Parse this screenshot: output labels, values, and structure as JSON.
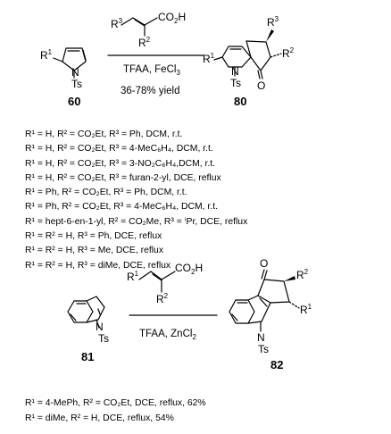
{
  "scheme1": {
    "reactant_label": "60",
    "product_label": "80",
    "acid_group": "CO",
    "acid_group_sub": "2",
    "acid_group_end": "H",
    "reagents": "TFAA, FeCl",
    "reagents_sub": "3",
    "yield": "36-78% yield",
    "r1": "R",
    "r1_sup": "1",
    "r2": "R",
    "r2_sup": "2",
    "r3": "R",
    "r3_sup": "3",
    "ts": "Ts",
    "n": "N",
    "o": "O",
    "conditions": [
      "R¹ = H, R² = CO₂Et, R³ = Ph, DCM, r.t.",
      "R¹ = H, R² = CO₂Et, R³ = 4-MeC₆H₄, DCM, r.t.",
      "R¹ = H, R² = CO₂Et, R³ = 3-NO₂C₆H₄,DCM, r.t.",
      "R¹ = H, R² = CO₂Et, R³ = furan-2-yl, DCE, reflux",
      "R¹ = Ph, R² = CO₂Et, R³ = Ph, DCM, r.t.",
      "R¹ = Ph, R² = CO₂Et, R³ = 4-MeC₆H₄, DCM, r.t.",
      "R¹ = hept-6-en-1-yl, R² = CO₂Me, R³ = ⁱPr, DCE, reflux",
      "R¹ = R² = H, R³ = Ph, DCE, reflux",
      "R¹ = R² = H, R³ = Me, DCE, reflux",
      "R¹ = R² = H, R³ = diMe, DCE, reflux"
    ]
  },
  "scheme2": {
    "reactant_label": "81",
    "product_label": "82",
    "acid_group": "CO",
    "acid_group_sub": "2",
    "acid_group_end": "H",
    "reagents": "TFAA, ZnCl",
    "reagents_sub": "2",
    "r1": "R",
    "r1_sup": "1",
    "r2": "R",
    "r2_sup": "2",
    "ts": "Ts",
    "n": "N",
    "o": "O",
    "conditions": [
      "R¹ = 4-MePh, R² = CO₂Et, DCE, reflux, 62%",
      "R¹ = diMe, R² = H, DCE, reflux, 54%"
    ]
  }
}
